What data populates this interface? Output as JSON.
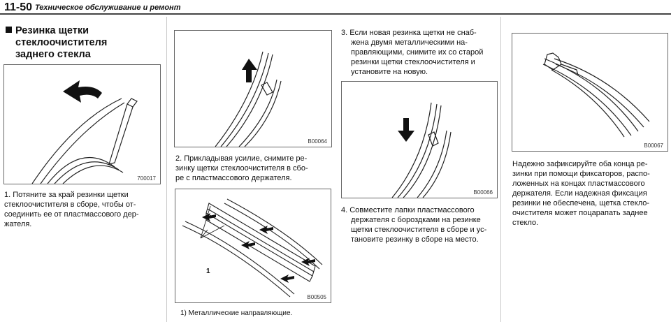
{
  "header": {
    "page_number": "11-50",
    "section_title": "Техническое обслуживание и ремонт"
  },
  "section": {
    "heading_lines": [
      "Резинка щетки",
      "стеклоочистителя",
      "заднего стекла"
    ]
  },
  "steps": {
    "step1": {
      "lines": [
        "1. Потяните за край резинки щетки",
        "стеклоочистителя в сборе, чтобы от-",
        "соединить ее от пластмассового дер-",
        "жателя."
      ],
      "figure_code": "700017"
    },
    "step2": {
      "lines": [
        "2. Прикладывая усилие, снимите ре-",
        "зинку щетки стеклоочистителя в сбо-",
        "ре с пластмассового держателя."
      ],
      "figure_code": "B00064"
    },
    "step3": {
      "lines": [
        "3. Если новая резинка щетки не снаб-",
        "жена двумя металлическими на-",
        "правляющими, снимите их со старой",
        "резинки щетки стеклоочистителя и",
        "установите на новую."
      ],
      "figure_code": "B00505",
      "callout": "1",
      "caption": "1) Металлические направляющие."
    },
    "step4": {
      "lines": [
        "4. Совместите лапки пластмассового",
        "держателя с бороздками на резинке",
        "щетки стеклоочистителя в сборе и ус-",
        "тановите резинку в сборе на место."
      ],
      "figure_code": "B00066"
    },
    "note": {
      "lines": [
        "Надежно зафиксируйте оба конца ре-",
        "зинки при помощи фиксаторов, распо-",
        "ложенных на концах пластмассового",
        "держателя. Если надежная фиксация",
        "резинки не обеспечена, щетка стекло-",
        "очистителя может поцарапать заднее",
        "стекло."
      ],
      "figure_code": "B00067"
    }
  }
}
